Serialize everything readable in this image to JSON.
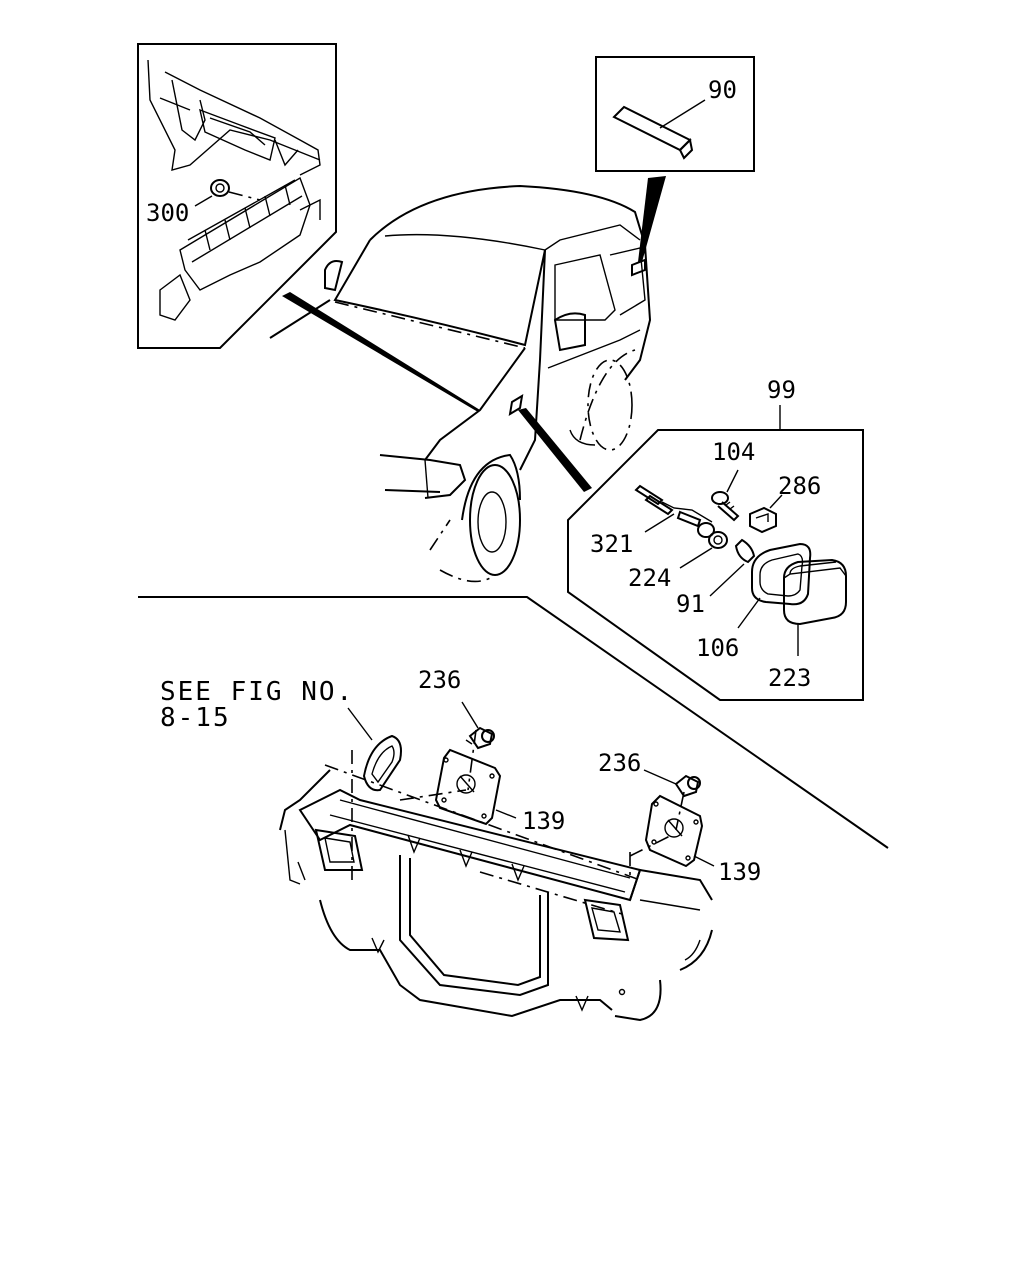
{
  "diagram": {
    "note_line1": "SEE FIG NO.",
    "note_line2": "8-15",
    "callouts": {
      "c300": "300",
      "c90": "90",
      "c99": "99",
      "c104": "104",
      "c286": "286",
      "c321": "321",
      "c224": "224",
      "c91": "91",
      "c106": "106",
      "c223": "223",
      "c236a": "236",
      "c236b": "236",
      "c139a": "139",
      "c139b": "139"
    }
  }
}
